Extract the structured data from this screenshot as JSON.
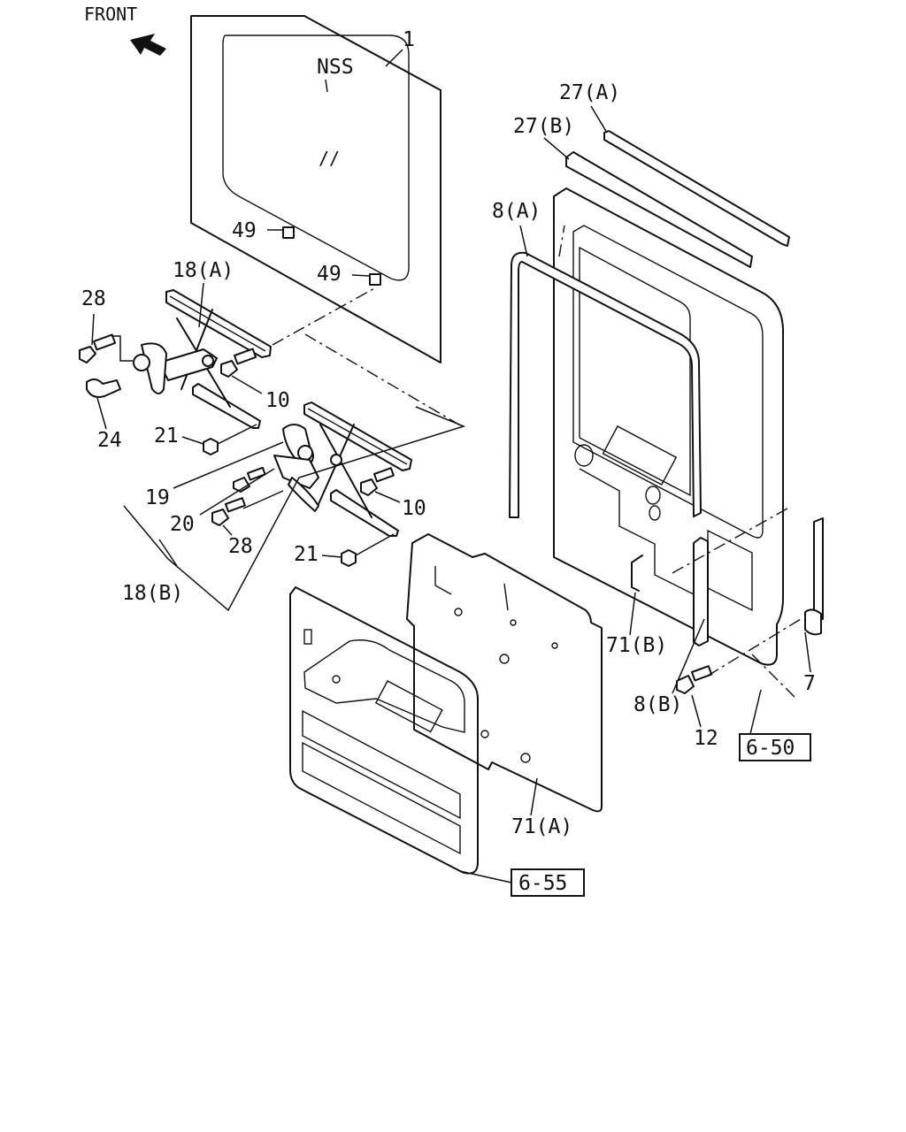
{
  "direction_label": "FRONT",
  "glass_marking": "NSS",
  "glass_code": "//",
  "callouts": {
    "p1": "1",
    "p7": "7",
    "p8a": "8(A)",
    "p8b": "8(B)",
    "p10a": "10",
    "p10b": "10",
    "p12": "12",
    "p18a": "18(A)",
    "p18b": "18(B)",
    "p19": "19",
    "p20": "20",
    "p21a": "21",
    "p21b": "21",
    "p24": "24",
    "p27a": "27(A)",
    "p27b": "27(B)",
    "p28a": "28",
    "p28b": "28",
    "p49a": "49",
    "p49b": "49",
    "p71a": "71(A)",
    "p71b": "71(B)"
  },
  "references": {
    "ref_650": "6-50",
    "ref_655": "6-55"
  }
}
